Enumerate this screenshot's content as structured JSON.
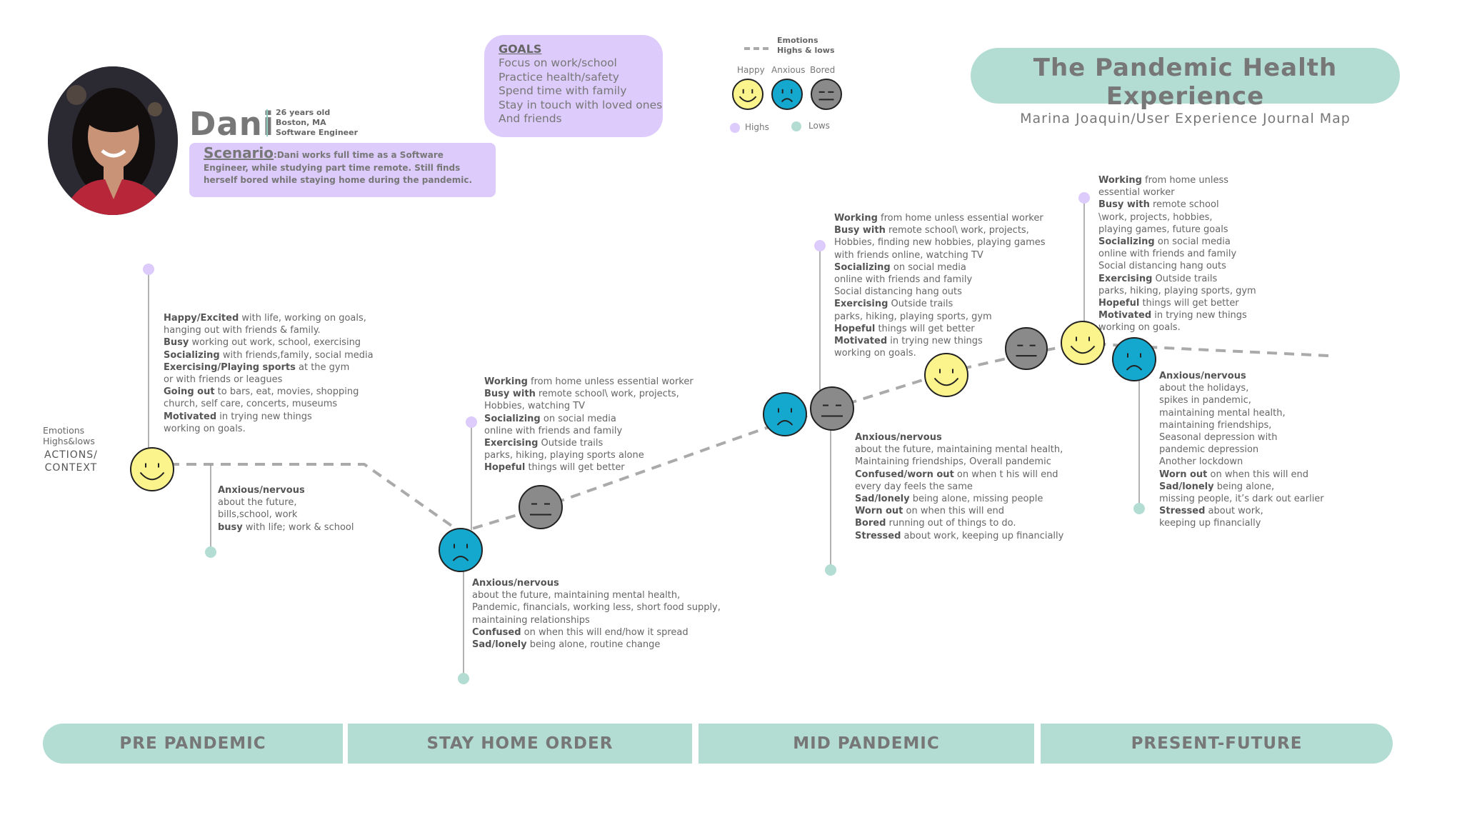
{
  "header": {
    "title": "The Pandemic Health Experience",
    "subtitle": "Marina Joaquin/User Experience Journal Map"
  },
  "persona": {
    "name": "Dani",
    "age": "26 years old",
    "location": "Boston, MA",
    "job": "Software Engineer",
    "scenario_label": "Scenario",
    "scenario_text": ":Dani works full time as a Software Engineer, while studying part time remote. Still finds herself bored while staying home during the pandemic."
  },
  "goals": {
    "title": "GOALS",
    "items": [
      "Focus on work/school",
      "Practice health/safety",
      "Spend time with family",
      "Stay in touch with loved ones",
      "And friends"
    ]
  },
  "legend": {
    "line_label_1": "Emotions",
    "line_label_2": "Highs & lows",
    "faces": [
      "Happy",
      "Anxious",
      "Bored"
    ],
    "highs": "Highs",
    "lows": "Lows",
    "colors": {
      "happy": "#fbf38c",
      "anxious": "#14a8cf",
      "bored": "#8a8a8a",
      "highs": "#dccbfb",
      "lows": "#b3ddd2"
    }
  },
  "side": {
    "emotions": "Emotions",
    "highs_lows": "Highs&lows",
    "actions": "ACTIONS/",
    "context": "CONTEXT"
  },
  "phases": [
    "PRE PANDEMIC",
    "STAY HOME ORDER",
    "MID PANDEMIC",
    "PRESENT-FUTURE"
  ],
  "notes": {
    "pre_high": [
      [
        [
          "Happy/Excited",
          true
        ],
        [
          " with life, working on goals,",
          false
        ]
      ],
      [
        [
          "hanging out with friends & family.",
          false
        ]
      ],
      [
        [
          "Busy",
          true
        ],
        [
          " working out work, school, exercising",
          false
        ]
      ],
      [
        [
          "Socializing",
          true
        ],
        [
          " with friends,family, social media",
          false
        ]
      ],
      [
        [
          "Exercising/Playing sports",
          true
        ],
        [
          " at the gym",
          false
        ]
      ],
      [
        [
          "or with friends or leagues",
          false
        ]
      ],
      [
        [
          "Going out",
          true
        ],
        [
          " to bars, eat, movies, shopping",
          false
        ]
      ],
      [
        [
          "church, self care, concerts, museums",
          false
        ]
      ],
      [
        [
          "Motivated",
          true
        ],
        [
          " in trying new things",
          false
        ]
      ],
      [
        [
          "working on goals.",
          false
        ]
      ]
    ],
    "pre_low": [
      [
        [
          "Anxious/nervous",
          true
        ]
      ],
      [
        [
          "about the future,",
          false
        ]
      ],
      [
        [
          "bills,school, work",
          false
        ]
      ],
      [
        [
          "busy",
          true
        ],
        [
          " with life; work & school",
          false
        ]
      ]
    ],
    "stay_high": [
      [
        [
          "Working",
          true
        ],
        [
          " from home unless essential worker",
          false
        ]
      ],
      [
        [
          "Busy with",
          true
        ],
        [
          " remote school\\ work, projects,",
          false
        ]
      ],
      [
        [
          "Hobbies, watching TV",
          false
        ]
      ],
      [
        [
          "Socializing",
          true
        ],
        [
          "  on social media",
          false
        ]
      ],
      [
        [
          "online with friends and family",
          false
        ]
      ],
      [
        [
          "Exercising",
          true
        ],
        [
          " Outside trails",
          false
        ]
      ],
      [
        [
          "parks, hiking, playing sports alone",
          false
        ]
      ],
      [
        [
          "Hopeful",
          true
        ],
        [
          " things will get better",
          false
        ]
      ]
    ],
    "stay_low": [
      [
        [
          "Anxious/nervous",
          true
        ]
      ],
      [
        [
          "about the future, maintaining mental health,",
          false
        ]
      ],
      [
        [
          "Pandemic, financials, working less, short food supply,",
          false
        ]
      ],
      [
        [
          "maintaining relationships",
          false
        ]
      ],
      [
        [
          "Confused",
          true
        ],
        [
          " on when this will end/how it spread",
          false
        ]
      ],
      [
        [
          "Sad/lonely",
          true
        ],
        [
          " being alone, routine change",
          false
        ]
      ]
    ],
    "mid_high": [
      [
        [
          "Working",
          true
        ],
        [
          " from home unless essential worker",
          false
        ]
      ],
      [
        [
          "Busy with",
          true
        ],
        [
          " remote school\\ work, projects,",
          false
        ]
      ],
      [
        [
          "Hobbies, finding new hobbies,  playing games",
          false
        ]
      ],
      [
        [
          "with friends online, watching TV",
          false
        ]
      ],
      [
        [
          "Socializing",
          true
        ],
        [
          "  on social media",
          false
        ]
      ],
      [
        [
          "online with friends and family",
          false
        ]
      ],
      [
        [
          "Social distancing hang outs",
          false
        ]
      ],
      [
        [
          "Exercising",
          true
        ],
        [
          " Outside trails",
          false
        ]
      ],
      [
        [
          "parks, hiking, playing sports, gym",
          false
        ]
      ],
      [
        [
          "Hopeful",
          true
        ],
        [
          " things will get better",
          false
        ]
      ],
      [
        [
          "Motivated",
          true
        ],
        [
          " in trying new things",
          false
        ]
      ],
      [
        [
          "working on goals.",
          false
        ]
      ]
    ],
    "mid_low": [
      [
        [
          "Anxious/nervous",
          true
        ]
      ],
      [
        [
          "about the future, maintaining mental health,",
          false
        ]
      ],
      [
        [
          "Maintaining friendships, Overall pandemic",
          false
        ]
      ],
      [
        [
          "Confused/worn out",
          true
        ],
        [
          " on when t  his will end",
          false
        ]
      ],
      [
        [
          "every day feels the same",
          false
        ]
      ],
      [
        [
          "Sad/lonely",
          true
        ],
        [
          " being alone, missing people",
          false
        ]
      ],
      [
        [
          "Worn out",
          true
        ],
        [
          " on when this will end",
          false
        ]
      ],
      [
        [
          "Bored",
          true
        ],
        [
          " running out of things to do.",
          false
        ]
      ],
      [
        [
          "Stressed",
          true
        ],
        [
          " about work, keeping up financially",
          false
        ]
      ]
    ],
    "future_high": [
      [
        [
          "Working",
          true
        ],
        [
          " from home unless",
          false
        ]
      ],
      [
        [
          "essential worker",
          false
        ]
      ],
      [
        [
          "Busy with",
          true
        ],
        [
          " remote school",
          false
        ]
      ],
      [
        [
          "\\work, projects, hobbies,",
          false
        ]
      ],
      [
        [
          "playing games, future goals",
          false
        ]
      ],
      [
        [
          "Socializing",
          true
        ],
        [
          "  on social media",
          false
        ]
      ],
      [
        [
          "online with friends and family",
          false
        ]
      ],
      [
        [
          "Social distancing hang outs",
          false
        ]
      ],
      [
        [
          "Exercising",
          true
        ],
        [
          " Outside trails",
          false
        ]
      ],
      [
        [
          "parks, hiking, playing sports, gym",
          false
        ]
      ],
      [
        [
          "Hopeful",
          true
        ],
        [
          " things will get better",
          false
        ]
      ],
      [
        [
          "Motivated",
          true
        ],
        [
          " in trying new things",
          false
        ]
      ],
      [
        [
          "working on goals.",
          false
        ]
      ]
    ],
    "future_low": [
      [
        [
          "Anxious/nervous",
          true
        ]
      ],
      [
        [
          "about the holidays,",
          false
        ]
      ],
      [
        [
          "spikes in pandemic,",
          false
        ]
      ],
      [
        [
          "maintaining mental health,",
          false
        ]
      ],
      [
        [
          "maintaining friendships,",
          false
        ]
      ],
      [
        [
          "Seasonal depression with",
          false
        ]
      ],
      [
        [
          "pandemic depression",
          false
        ]
      ],
      [
        [
          "Another lockdown",
          false
        ]
      ],
      [
        [
          "Worn out",
          true
        ],
        [
          " on when this will end",
          false
        ]
      ],
      [
        [
          "Sad/lonely",
          true
        ],
        [
          " being alone,",
          false
        ]
      ],
      [
        [
          " missing people, it’s dark out earlier",
          false
        ]
      ],
      [
        [
          "Stressed",
          true
        ],
        [
          " about work,",
          false
        ]
      ],
      [
        [
          "keeping up financially",
          false
        ]
      ]
    ]
  }
}
